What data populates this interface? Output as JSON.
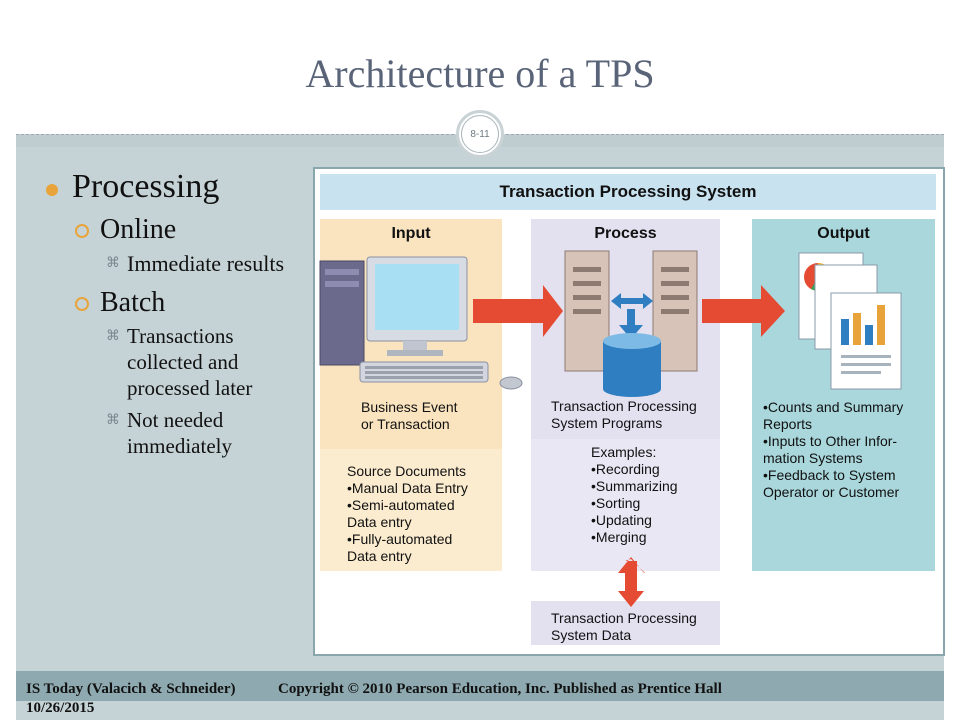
{
  "slide": {
    "title": "Architecture of a TPS",
    "number": "8-11"
  },
  "bullets": {
    "level1": "Processing",
    "online": "Online",
    "online_detail": "Immediate results",
    "batch": "Batch",
    "batch_detail_1": "Transactions collected and processed later",
    "batch_detail_2": "Not needed immediately"
  },
  "figure": {
    "title": "Transaction Processing System",
    "input_header": "Input",
    "process_header": "Process",
    "output_header": "Output",
    "input_event": "Business Event\nor Transaction",
    "input_sources": "Source Documents\n•Manual Data Entry\n•Semi-automated\n   Data entry\n•Fully-automated\n   Data entry",
    "process_programs": "Transaction Processing\nSystem Programs",
    "process_examples": "Examples:\n•Recording\n•Summarizing\n•Sorting\n•Updating\n•Merging",
    "process_data": "Transaction Processing\nSystem Data",
    "output_list": "•Counts and Summary\n   Reports\n•Inputs to Other Infor-\n   mation Systems\n•Feedback to System\n   Operator or Customer"
  },
  "colors": {
    "accent_orange": "#e8a43a",
    "arrow_red": "#e54a32",
    "arrow_blue": "#2f7ec2",
    "footer_band": "#8eaab0"
  },
  "footer": {
    "source": "IS Today (Valacich & Schneider)",
    "copyright": "Copyright © 2010 Pearson Education, Inc. Published as Prentice Hall",
    "date": "10/26/2015"
  }
}
